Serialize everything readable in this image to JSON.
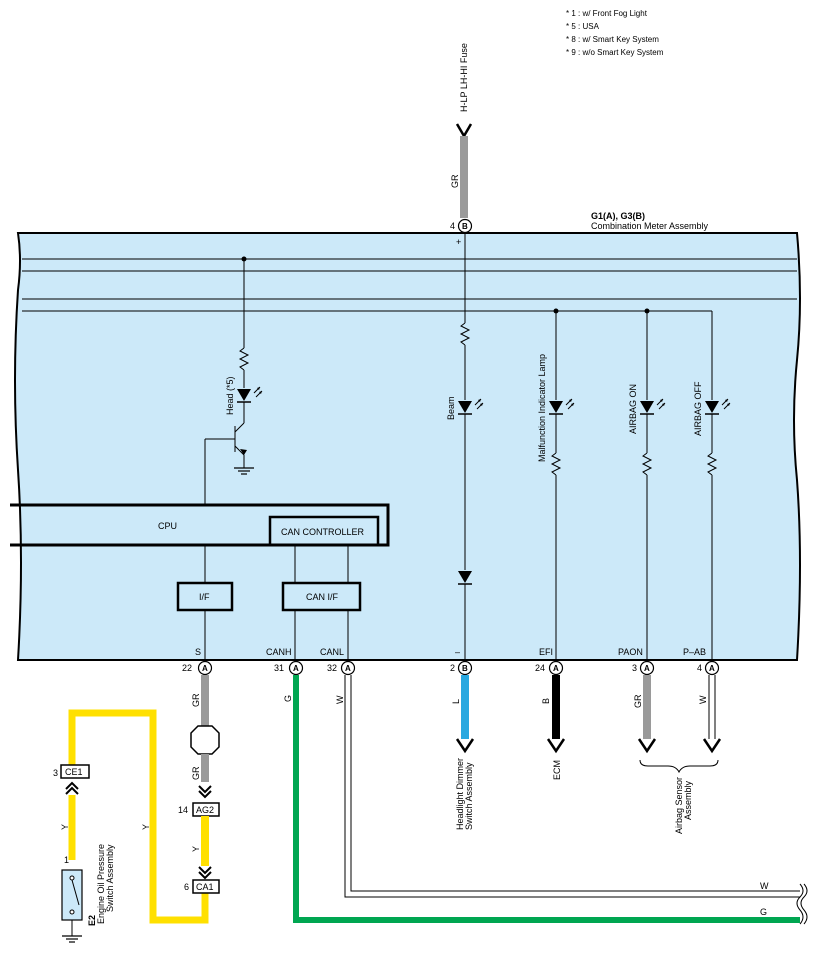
{
  "notes": [
    "* 1 : w/ Front Fog Light",
    "* 5 : USA",
    "* 8 : w/ Smart Key System",
    "* 9 : w/o Smart Key System"
  ],
  "fuse_label": "H-LP LH-HI Fuse",
  "meter": {
    "connector_label": "G1(A), G3(B)",
    "name": "Combination Meter Assembly"
  },
  "cpu_label": "CPU",
  "can_controller_label": "CAN CONTROLLER",
  "if_label": "I/F",
  "can_if_label": "CAN I/F",
  "lamps": {
    "head": "Head (*5)",
    "beam": "Beam",
    "malfunction": "Malfunction Indicator Lamp",
    "airbag_on": "AIRBAG ON",
    "airbag_off": "AIRBAG OFF"
  },
  "top_pin": {
    "num": "4",
    "conn": "B",
    "wire": "GR",
    "polarity": "+"
  },
  "pins": [
    {
      "num": "22",
      "conn": "A",
      "sig": "S",
      "wire": "GR"
    },
    {
      "num": "31",
      "conn": "A",
      "sig": "CANH",
      "wire": "G"
    },
    {
      "num": "32",
      "conn": "A",
      "sig": "CANL",
      "wire": "W"
    },
    {
      "num": "2",
      "conn": "B",
      "sig": "–",
      "wire": "L"
    },
    {
      "num": "24",
      "conn": "A",
      "sig": "EFI",
      "wire": "B"
    },
    {
      "num": "3",
      "conn": "A",
      "sig": "PAON",
      "wire": "GR"
    },
    {
      "num": "4",
      "conn": "A",
      "sig": "P–AB",
      "wire": "W"
    }
  ],
  "connectors": {
    "ce1": {
      "num": "3",
      "name": "CE1"
    },
    "ag2": {
      "num": "14",
      "name": "AG2"
    },
    "ca1": {
      "num": "6",
      "name": "CA1"
    }
  },
  "wire_y": "Y",
  "wire_gr": "GR",
  "switch": {
    "pin": "1",
    "code": "E2",
    "name1": "Engine Oil Pressure",
    "name2": "Switch Assembly"
  },
  "dest": {
    "headlight1": "Headlight Dimmer",
    "headlight2": "Switch Assembly",
    "ecm": "ECM",
    "airbag1": "Airbag Sensor",
    "airbag2": "Assembly"
  },
  "bus_w": "W",
  "bus_g": "G",
  "colors": {
    "panel": "#cce9f9",
    "yellow": "#ffe000",
    "green": "#00a651",
    "blue": "#29a8e0",
    "gray": "#9a9a9a"
  }
}
